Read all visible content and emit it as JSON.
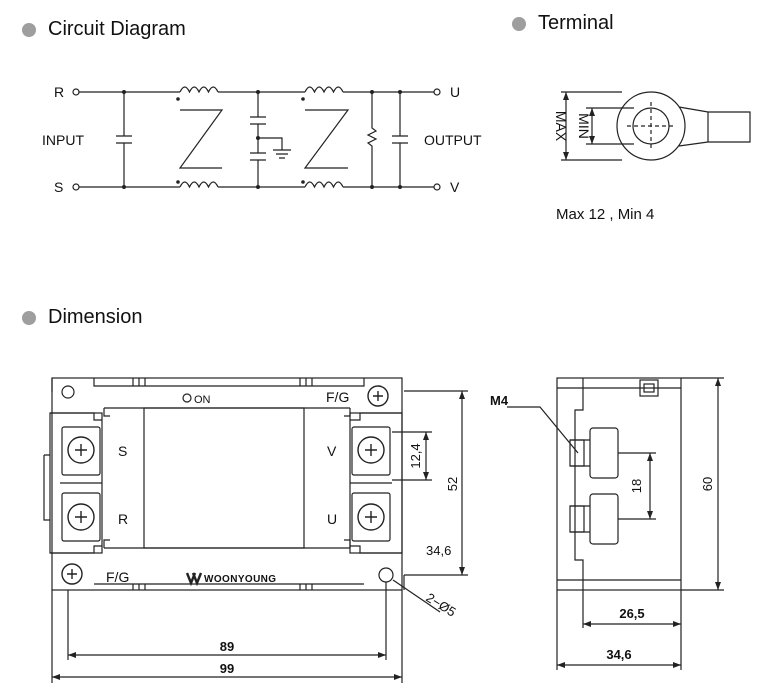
{
  "sections": {
    "circuit_title": "Circuit Diagram",
    "terminal_title": "Terminal",
    "dimension_title": "Dimension"
  },
  "circuit": {
    "r": "R",
    "s": "S",
    "u": "U",
    "v": "V",
    "input": "INPUT",
    "output": "OUTPUT"
  },
  "terminal": {
    "max": "MAX",
    "min": "MIN",
    "note": "Max 12 , Min 4"
  },
  "front": {
    "on": "ON",
    "fg_top": "F/G",
    "fg_bottom": "F/G",
    "s": "S",
    "r": "R",
    "v": "V",
    "u": "U",
    "brand": "WOONYOUNG",
    "dim_12_4": "12,4",
    "dim_52": "52",
    "dim_34_6": "34,6",
    "dim_holes": "2−Ø5",
    "dim_89": "89",
    "dim_99": "99"
  },
  "side": {
    "m4": "M4",
    "dim_18": "18",
    "dim_60": "60",
    "dim_26_5": "26,5",
    "dim_34_6": "34,6"
  }
}
